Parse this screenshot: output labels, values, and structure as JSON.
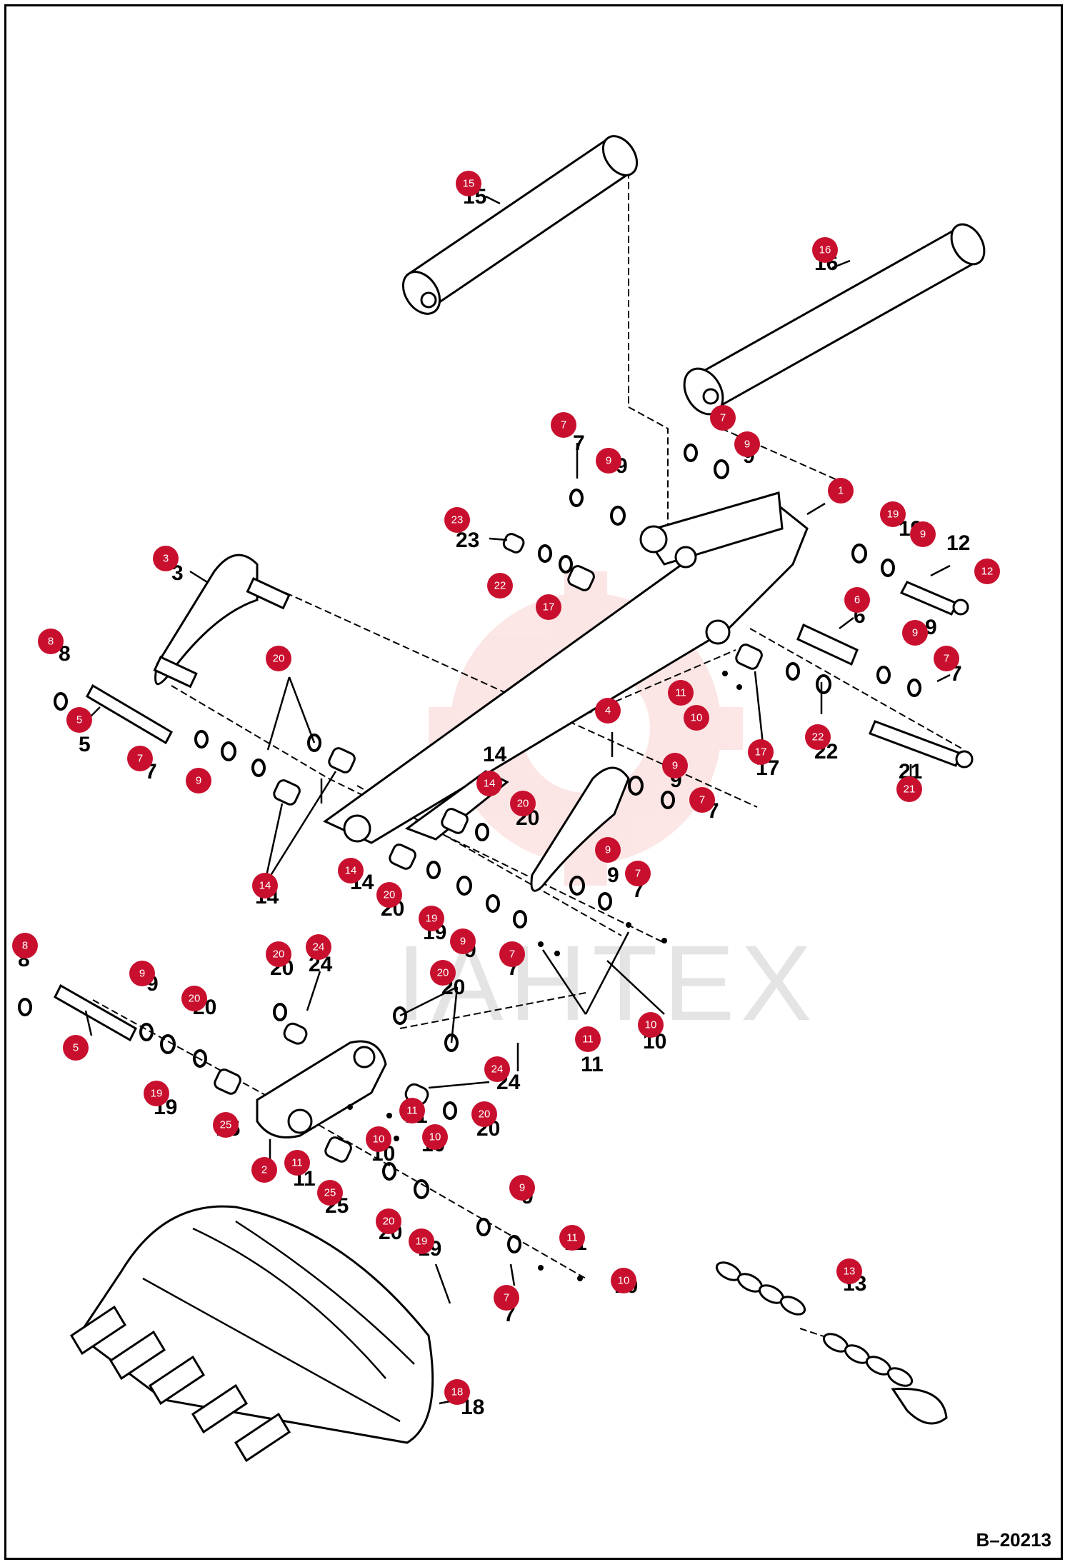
{
  "diagram_code": "B–20213",
  "watermark_text": "IAHTEX",
  "callouts": [
    "1",
    "2",
    "3",
    "4",
    "5",
    "6",
    "7",
    "8",
    "9",
    "10",
    "11",
    "12",
    "13",
    "14",
    "15",
    "16",
    "17",
    "18",
    "19",
    "20",
    "21",
    "22",
    "23",
    "24",
    "25"
  ],
  "colors": {
    "callout": "#c8102e",
    "callout_text": "#ffffff",
    "line": "#000000",
    "watermark": "#e53935"
  }
}
